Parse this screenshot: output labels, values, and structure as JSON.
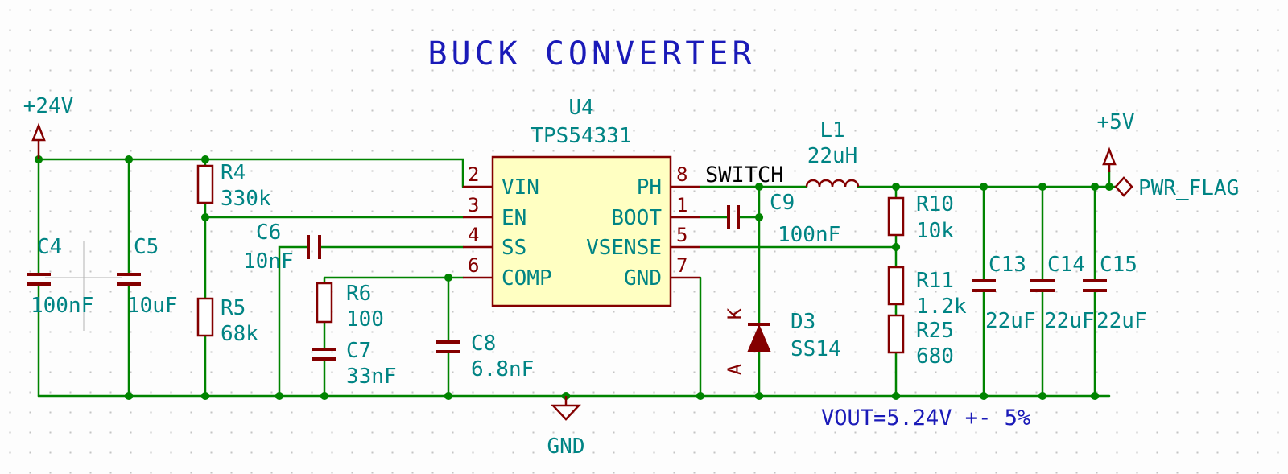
{
  "title": "BUCK CONVERTER",
  "colors": {
    "wire": "#008400",
    "device": "#840000",
    "label": "#008484",
    "text_blue": "#1a1ab8",
    "net_label": "#000000",
    "ic_fill": "#ffffc2",
    "background": "#fdfdfd",
    "grid_dot": "#c4c4c4"
  },
  "power": {
    "vin_label": "+24V",
    "vout_label": "+5V",
    "gnd_label": "GND",
    "pwr_flag_label": "PWR_FLAG"
  },
  "ic": {
    "ref": "U4",
    "value": "TPS54331",
    "left_pins": [
      {
        "num": "2",
        "name": "VIN"
      },
      {
        "num": "3",
        "name": "EN"
      },
      {
        "num": "4",
        "name": "SS"
      },
      {
        "num": "6",
        "name": "COMP"
      }
    ],
    "right_pins": [
      {
        "num": "8",
        "name": "PH"
      },
      {
        "num": "1",
        "name": "BOOT"
      },
      {
        "num": "5",
        "name": "VSENSE"
      },
      {
        "num": "7",
        "name": "GND"
      }
    ]
  },
  "components": {
    "c4": {
      "ref": "C4",
      "value": "100nF"
    },
    "c5": {
      "ref": "C5",
      "value": "10uF"
    },
    "r4": {
      "ref": "R4",
      "value": "330k"
    },
    "r5": {
      "ref": "R5",
      "value": "68k"
    },
    "c6": {
      "ref": "C6",
      "value": "10nF"
    },
    "r6": {
      "ref": "R6",
      "value": "100"
    },
    "c7": {
      "ref": "C7",
      "value": "33nF"
    },
    "c8": {
      "ref": "C8",
      "value": "6.8nF"
    },
    "c9": {
      "ref": "C9",
      "value": "100nF"
    },
    "l1": {
      "ref": "L1",
      "value": "22uH"
    },
    "d3": {
      "ref": "D3",
      "value": "SS14",
      "cathode_mark": "K",
      "anode_mark": "A"
    },
    "r10": {
      "ref": "R10",
      "value": "10k"
    },
    "r11": {
      "ref": "R11",
      "value": "1.2k"
    },
    "r25": {
      "ref": "R25",
      "value": "680"
    },
    "c13": {
      "ref": "C13",
      "value": "22uF"
    },
    "c14": {
      "ref": "C14",
      "value": "22uF"
    },
    "c15": {
      "ref": "C15",
      "value": "22uF"
    }
  },
  "nets": {
    "switch_label": "SWITCH",
    "vout_note": "VOUT=5.24V +- 5%"
  }
}
